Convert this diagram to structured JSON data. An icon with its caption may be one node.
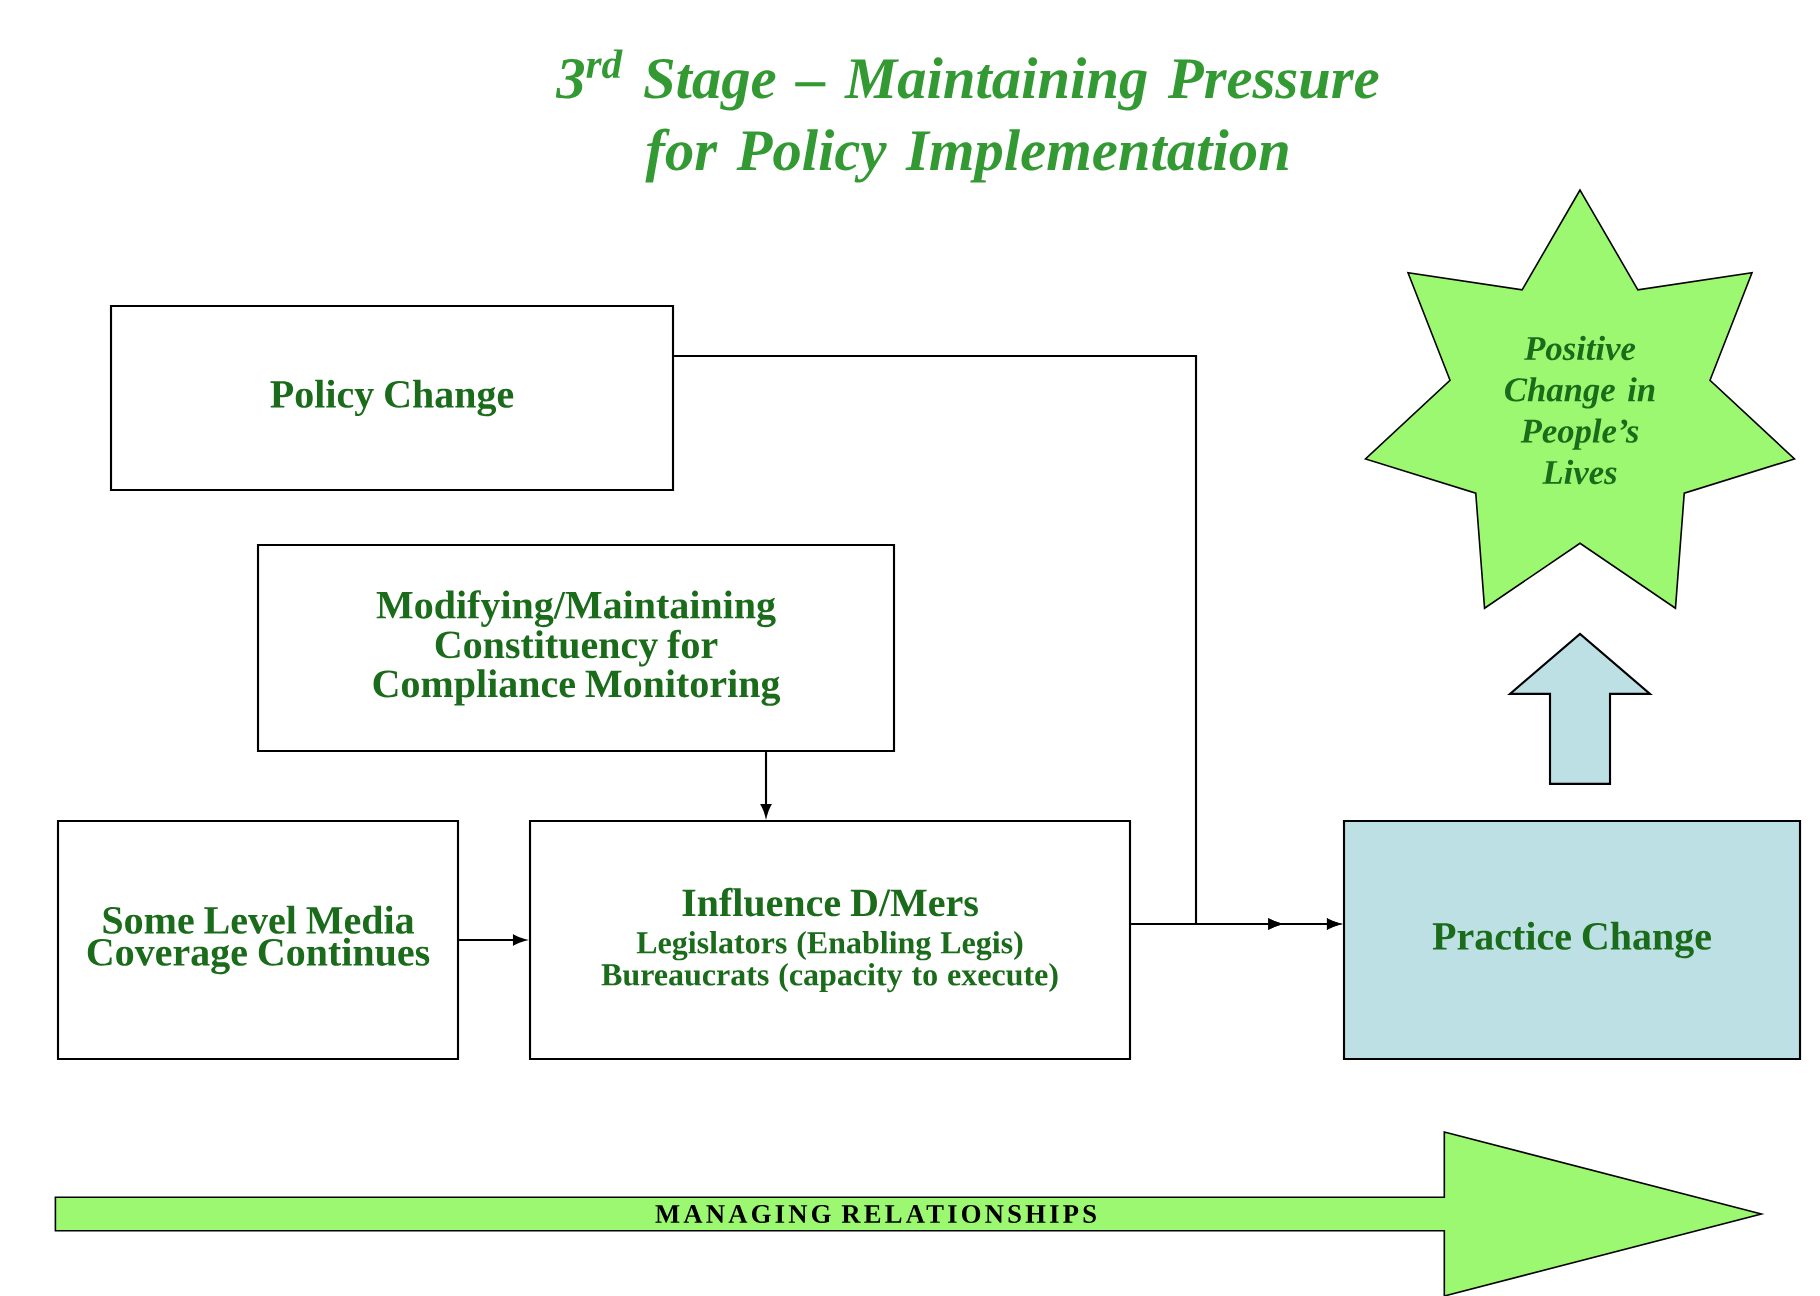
{
  "diagram": {
    "title": "3$^{rd}$ Stage – Maintaining Pressure for Policy Implementation",
    "nodes": [
      {
        "text": [
          "Policy Change"
        ]
      },
      {
        "text": [
          "Modifying/Maintaining Constituency for Compliance Monitoring"
        ]
      },
      {
        "text": [
          "Some Level Media Coverage Continues"
        ]
      },
      {
        "text": [
          "Influence D/Mers",
          "Legislators (Enabling Legis)",
          "Bureaucrats (capacity to execute)"
        ]
      },
      {
        "text": [
          "Practice Change"
        ]
      },
      {
        "text": [
          "Positive Change in People’s Lives"
        ]
      },
      {
        "text": [
          "MANAGING RELATIONSHIPS"
        ]
      }
    ],
    "edges": [
      {
        "from": 0,
        "to": 4,
        "arrow": "to"
      },
      {
        "from": 3,
        "to": 4,
        "arrow": "to"
      },
      {
        "from": 1,
        "to": 3,
        "arrow": "to"
      },
      {
        "from": 2,
        "to": 3,
        "arrow": "to"
      },
      {
        "from": 4,
        "to": 5,
        "arrow": "to",
        "style": "thick"
      }
    ]
  }
}
